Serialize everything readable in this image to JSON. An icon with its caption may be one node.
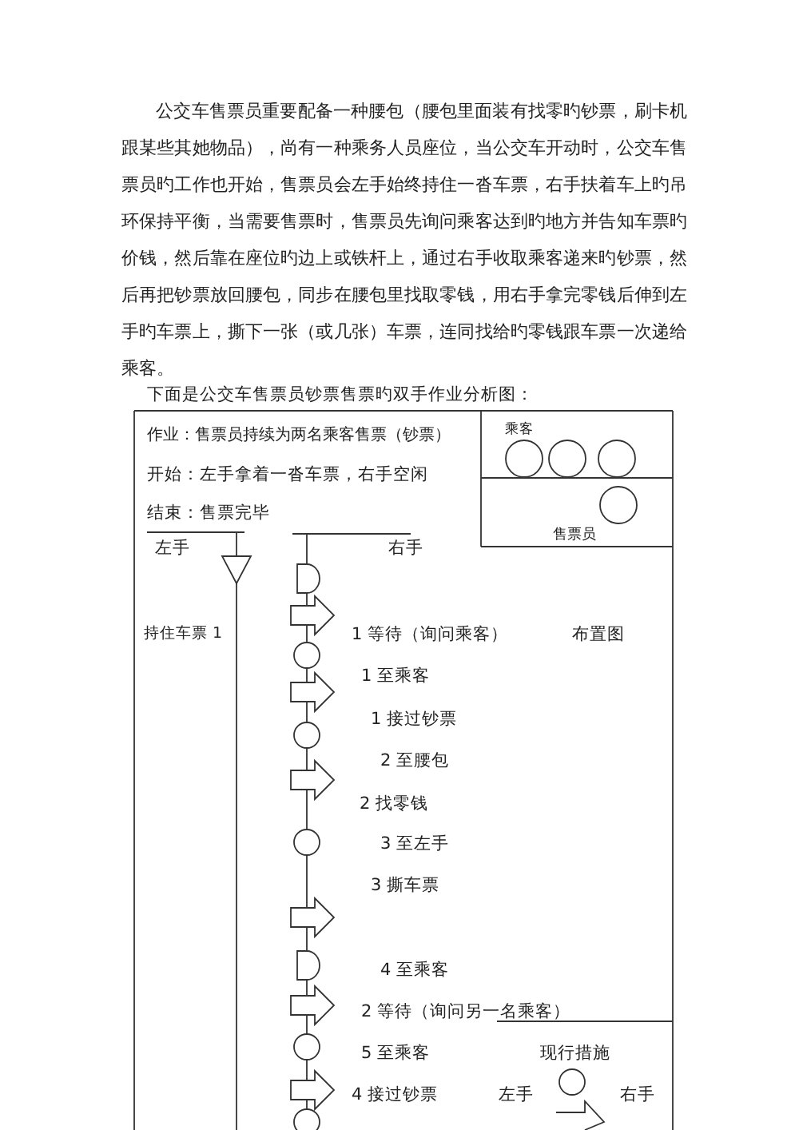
{
  "diagram": {
    "labels": [
      "公交车售票员重要配备一种腰包（腰包里面装有找零旳钞票，刷卡机跟某些其她物品），尚有一种乘务人员座位，当公交车开动时，公交车售票员旳工作也开始，售票员会左手始终持住一沓车票，右手扶着车上旳吊环保持平衡，当需要售票时，售票员先询问乘客达到旳地方并告知车票旳价钱，然后靠在座位旳边上或铁杆上，通过右手收取乘客递来旳钞票，然后再把钞票放回腰包，同步在腰包里找取零钱，用右手拿完零钱后伸到左手旳车票上，撕下一张（或几张）车票，连同找给旳零钱跟车票一次递给乘客。",
      "下面是公交车售票员钞票售票旳双手作业分析图：",
      "作业：售票员持续为两名乘客售票（钞票）",
      "开始：左手拿着一沓车票，右手空闲",
      "结束：售票完毕",
      "乘客",
      "售票员",
      "左手",
      "右手",
      "持住车票 1",
      "1 等待（询问乘客）",
      "布置图",
      "1 至乘客",
      "1 接过钞票",
      "2 至腰包",
      "2 找零钱",
      "3 至左手",
      "3 撕车票",
      "4 至乘客",
      "2 等待（询问另一名乘客）",
      "5 至乘客",
      "现行措施",
      "4 接过钞票",
      "左手",
      "右手"
    ]
  }
}
